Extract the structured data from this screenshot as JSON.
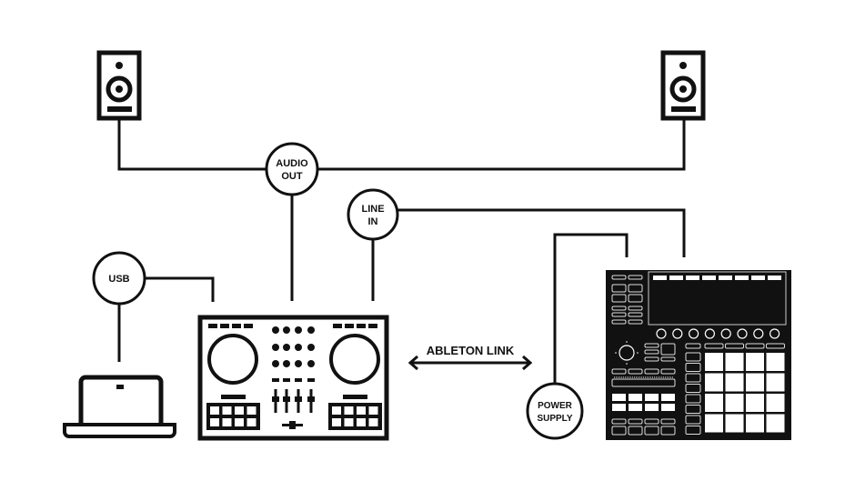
{
  "labels": {
    "audio_out": [
      "AUDIO",
      "OUT"
    ],
    "line_in": [
      "LINE",
      "IN"
    ],
    "usb": "USB",
    "power_supply": [
      "POWER",
      "SUPPLY"
    ],
    "ableton_link": "ABLETON LINK"
  },
  "devices": [
    "speaker-left",
    "speaker-right",
    "laptop",
    "dj-controller",
    "groovebox"
  ],
  "colors": {
    "ink": "#111111",
    "background": "#ffffff"
  }
}
